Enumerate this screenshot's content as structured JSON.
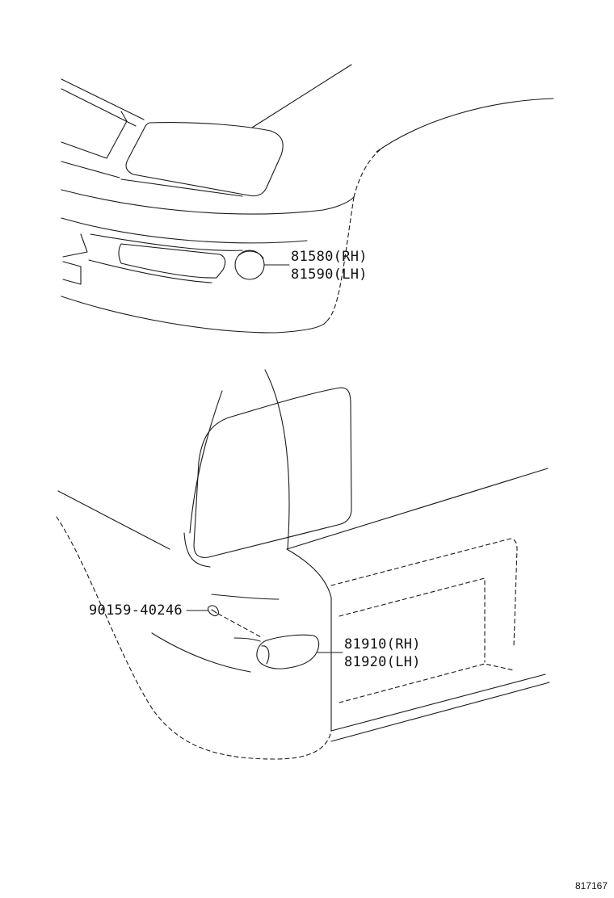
{
  "callouts": {
    "fog_lamp_rh": "81580(RH)",
    "fog_lamp_lh": "81590(LH)",
    "clip": "90159-40246",
    "side_marker_rh": "81910(RH)",
    "side_marker_lh": "81920(LH)"
  },
  "diagram_code": "817167"
}
